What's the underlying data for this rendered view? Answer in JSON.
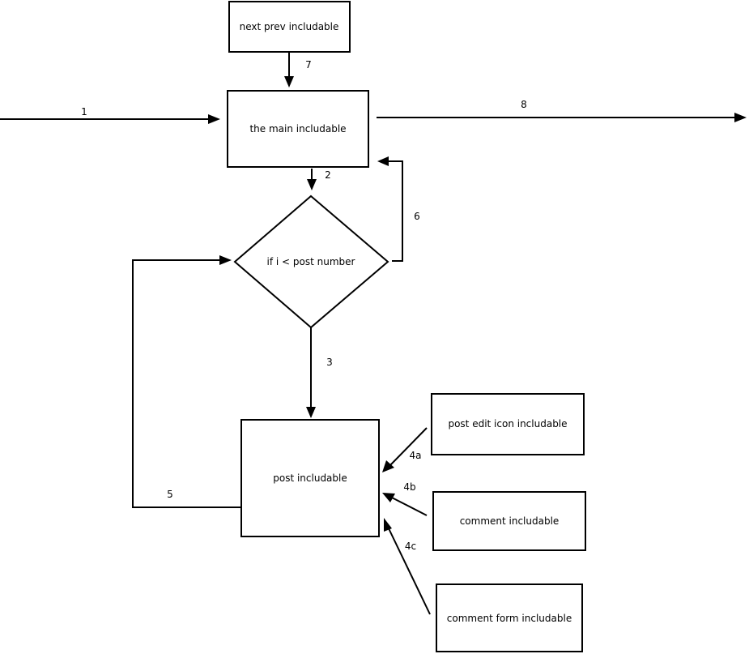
{
  "colors": {
    "background": "#ffffff",
    "stroke": "#000000",
    "text": "#000000"
  },
  "nodes": {
    "next_prev": "next prev includable",
    "main": "the main includable",
    "decision": "if i < post number",
    "post": "post includable",
    "post_edit_icon": "post edit icon includable",
    "comment": "comment includable",
    "comment_form": "comment form includable"
  },
  "edges": {
    "e1": "1",
    "e2": "2",
    "e3": "3",
    "e4a": "4a",
    "e4b": "4b",
    "e4c": "4c",
    "e5": "5",
    "e6": "6",
    "e7": "7",
    "e8": "8"
  }
}
